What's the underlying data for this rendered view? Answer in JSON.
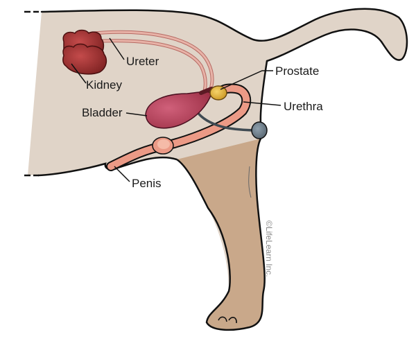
{
  "diagram": {
    "subject": "Male cat urinary and reproductive anatomy (side view of hindquarters)",
    "labels": {
      "ureter": "Ureter",
      "kidney": "Kidney",
      "prostate": "Prostate",
      "urethra": "Urethra",
      "bladder": "Bladder",
      "penis": "Penis"
    },
    "copyright": "©LifeLearn Inc.",
    "colors": {
      "background": "#ffffff",
      "body": "#e0d4c8",
      "leg": "#c9a88a",
      "outline": "#111111",
      "kidney": "#9b2f2f",
      "bladder": "#b5455a",
      "urethra": "#eb9a86",
      "prostate": "#e6b84a",
      "rectum": "#6e7e8c",
      "ureter": "#e8b3a8"
    }
  }
}
